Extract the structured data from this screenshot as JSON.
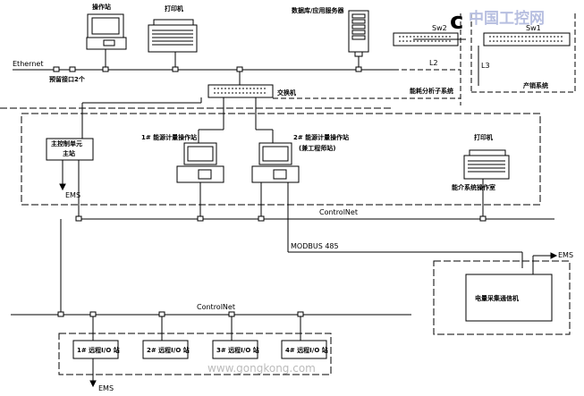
{
  "labels": {
    "ethernet": "Ethernet",
    "l2": "L2",
    "l3": "L3",
    "sw1": "Sw1",
    "sw2": "Sw2",
    "operator_station": "操作站",
    "printer_top": "打印机",
    "db_server": "数据库/应用服务器",
    "reserved_ports": "预留接口2个",
    "switch": "交换机",
    "energy_subsystem": "能耗分析子系统",
    "production_system": "产销系统",
    "main_control": "主控制单元",
    "main_station": "主站",
    "station1": "1# 能源计量操作站",
    "station2": "2# 能源计量操作站",
    "engineer_station": "(兼工程师站)",
    "printer_mid": "打印机",
    "energy_room": "能介系统操作室",
    "ems_1": "EMS",
    "ems_2": "EMS",
    "ems_3": "EMS",
    "controlnet_1": "ControlNet",
    "controlnet_2": "ControlNet",
    "modbus": "MODBUS 485",
    "power_collector": "电量采集通信机",
    "remote_io": [
      "1# 远程I/O 站",
      "2# 远程I/O 站",
      "3# 远程I/O 站",
      "4# 远程I/O 站"
    ]
  },
  "watermark": {
    "site_name": "中国工控网",
    "url": "www.gongkong.com",
    "mark": "c"
  }
}
